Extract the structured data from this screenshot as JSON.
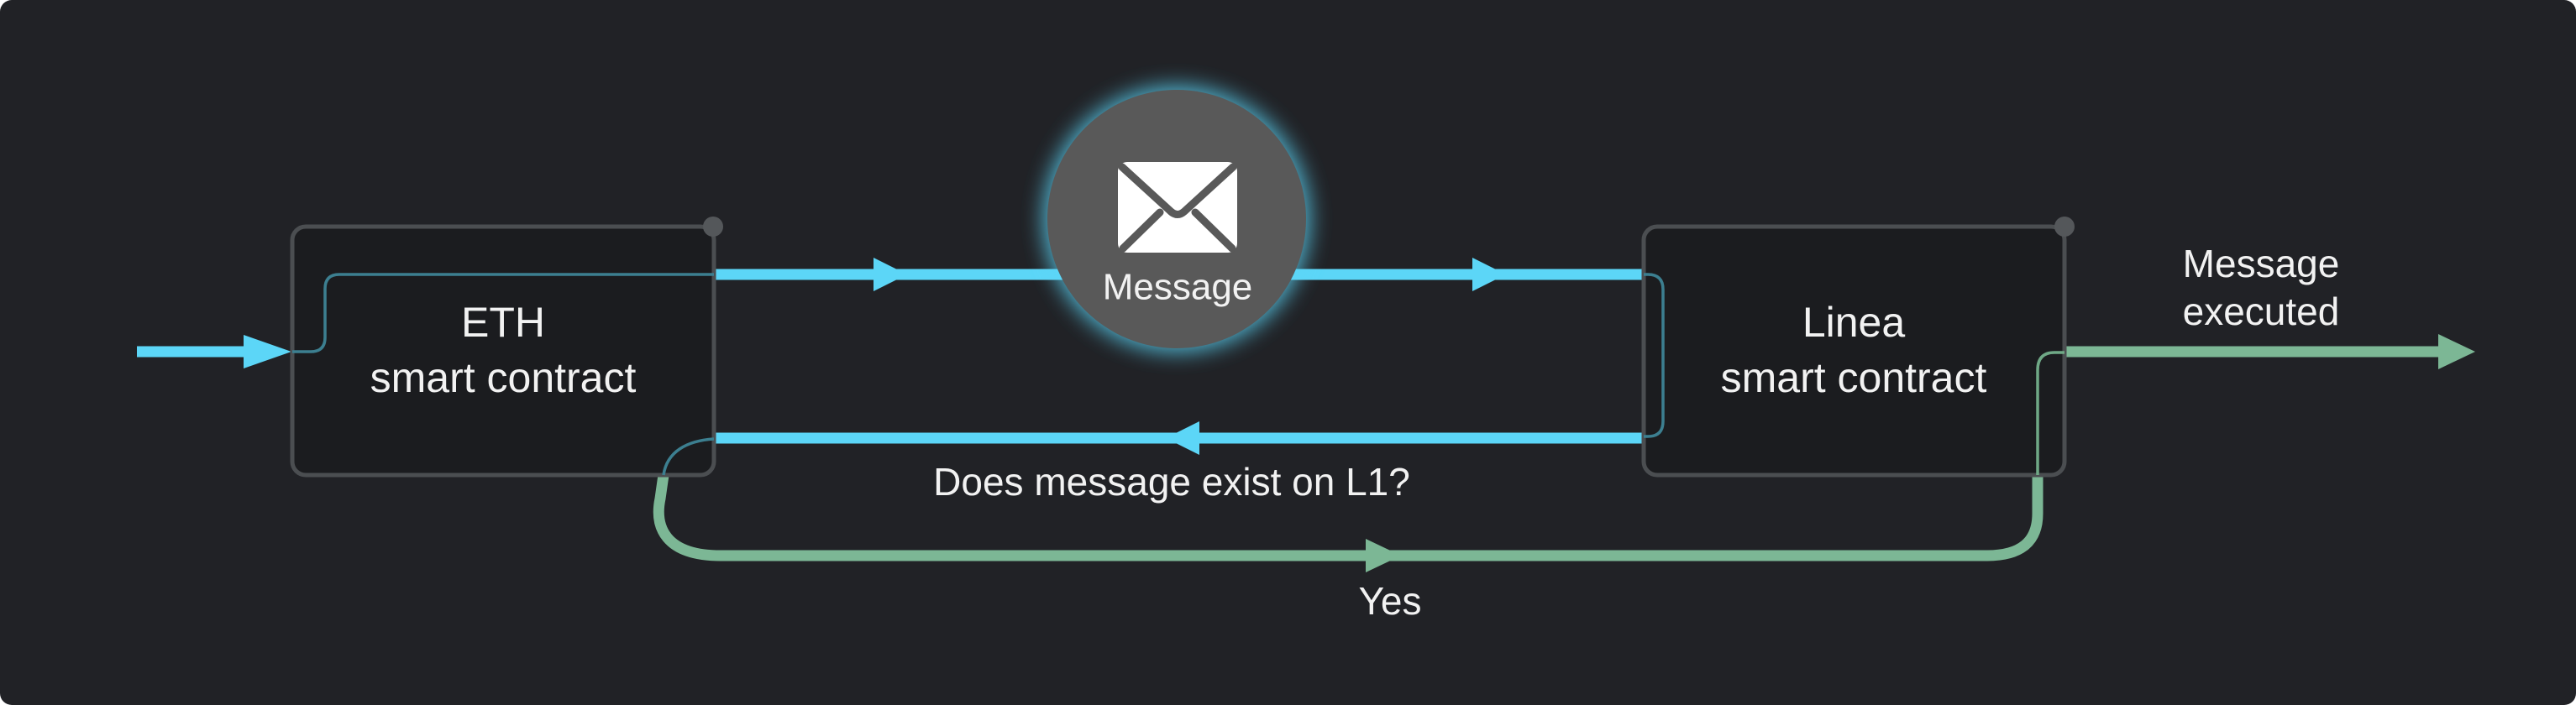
{
  "nodes": {
    "eth_contract": {
      "line1": "ETH",
      "line2": "smart contract"
    },
    "linea_contract": {
      "line1": "Linea",
      "line2": "smart contract"
    },
    "message_node": {
      "label": "Message",
      "icon": "envelope-icon"
    }
  },
  "labels": {
    "question": "Does message exist on L1?",
    "yes": "Yes",
    "executed_line1": "Message",
    "executed_line2": "executed"
  },
  "colors": {
    "panel_background": "#212226",
    "node_fill": "#1b1c1f",
    "node_border": "#4b4e51",
    "flow_blue": "#5cd6f7",
    "flow_green": "#7cb795",
    "inner_teal": "#3c7f90",
    "message_circle_fill": "#595959",
    "text": "#f2f2f2"
  }
}
